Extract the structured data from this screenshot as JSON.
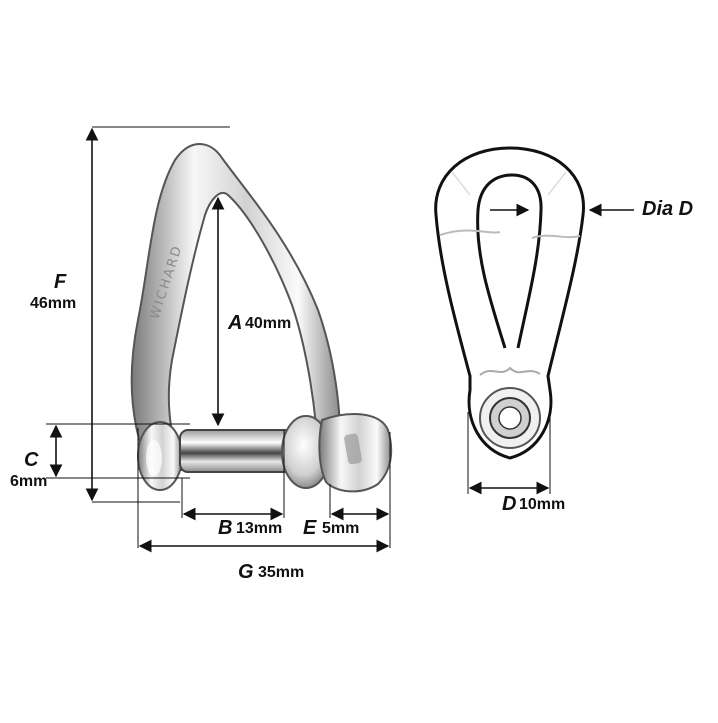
{
  "dimensions": {
    "F": {
      "letter": "F",
      "value": "46mm"
    },
    "A": {
      "letter": "A",
      "value": "40mm"
    },
    "C": {
      "letter": "C",
      "value": "6mm"
    },
    "B": {
      "letter": "B",
      "value": "13mm"
    },
    "E": {
      "letter": "E",
      "value": "5mm"
    },
    "G": {
      "letter": "G",
      "value": "35mm"
    },
    "D": {
      "letter": "D",
      "value": "10mm"
    },
    "DiaD": {
      "label": "Dia D"
    }
  },
  "shackle_marking": "WICHARD",
  "colors": {
    "line": "#111111",
    "metal_light": "#f4f4f4",
    "metal_mid": "#cfcfcf",
    "metal_dark": "#6f6f6f"
  }
}
